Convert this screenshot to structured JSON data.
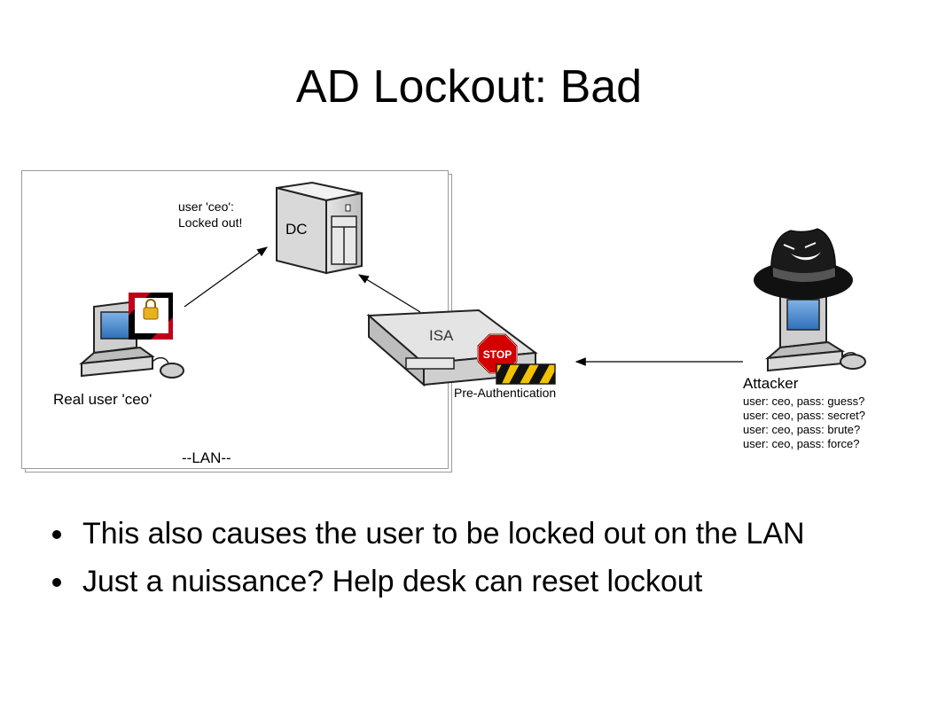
{
  "slide": {
    "title": "AD Lockout: Bad"
  },
  "diagram": {
    "dc_label": "DC",
    "dc_status_line1": "user 'ceo':",
    "dc_status_line2": "Locked out!",
    "real_user_label": "Real user 'ceo'",
    "lan_label": "--LAN--",
    "isa_label": "ISA",
    "stop_sign_text": "STOP",
    "preauth_label": "Pre-Authentication",
    "attacker_label": "Attacker",
    "attacker_attempts": [
      "user: ceo, pass: guess?",
      "user: ceo, pass: secret?",
      "user: ceo, pass: brute?",
      "user: ceo, pass: force?"
    ]
  },
  "bullets": [
    "This also causes the user to be locked out on the LAN",
    "Just a nuissance? Help desk can reset lockout"
  ]
}
